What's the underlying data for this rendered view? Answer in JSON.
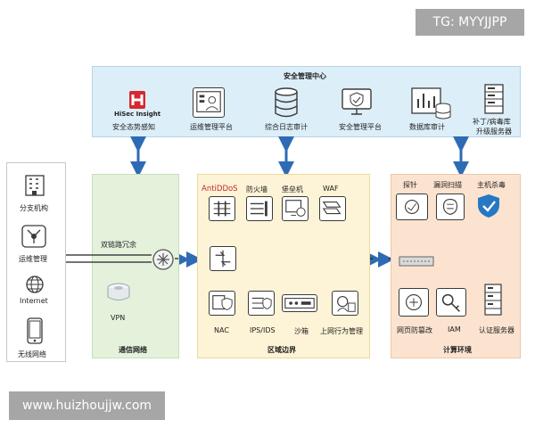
{
  "watermark_top": "TG: MYYJJPP",
  "watermark_bottom": "www.huizhoujjw.com",
  "security_center": {
    "title": "安全管理中心",
    "brand": "HiSec Insight",
    "items": [
      "安全态势感知",
      "运维管理平台",
      "综合日志审计",
      "安全管理平台",
      "数据库审计",
      "补丁/病毒库\n升级服务器"
    ]
  },
  "left_column": {
    "items": [
      "分支机构",
      "运维管理",
      "Internet",
      "无线网络"
    ]
  },
  "comm_network": {
    "title": "通信网络",
    "dual_link": "双链路冗余",
    "vpn": "VPN"
  },
  "area_boundary": {
    "title": "区域边界",
    "top_items": [
      "AntiDDoS",
      "防火墙",
      "堡垒机",
      "WAF"
    ],
    "bottom_items": [
      "NAC",
      "IPS/IDS",
      "沙箱",
      "上网行为管理"
    ]
  },
  "compute_env": {
    "title": "计算环境",
    "top_items": [
      "探针",
      "漏洞扫描",
      "主机杀毒"
    ],
    "bottom_items": [
      "网页防篡改",
      "IAM",
      "认证服务器"
    ]
  },
  "colors": {
    "center_bg": "#dceef8",
    "comm_bg": "#e4f2dc",
    "boundary_bg": "#fdf3d6",
    "compute_bg": "#fbe3d0",
    "arrow": "#2e6bb5",
    "brand_red": "#d7282f"
  }
}
